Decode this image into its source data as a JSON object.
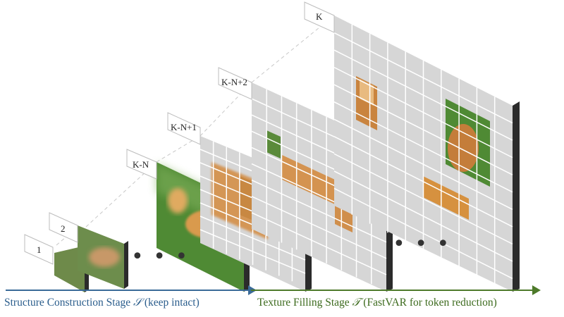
{
  "scale_labels": [
    "1",
    "2",
    "K-N",
    "K-N+1",
    "K-N+2",
    "K"
  ],
  "ellipsis": "• • •",
  "stages": {
    "structure": {
      "prefix": "Structure Construction Stage",
      "symbol": "𝒮",
      "suffix": "(keep intact)"
    },
    "texture": {
      "prefix": "Texture Filling Stage",
      "symbol": "𝒯",
      "suffix": "(FastVAR for token reduction)"
    }
  },
  "colors": {
    "structure_accent": "#2a5d8c",
    "texture_accent": "#3d6b1e",
    "grid_cell": "#d6d6d6",
    "grid_line": "#ffffff",
    "panel_side": "#2b2b2b",
    "image_grass": "#4f8a34",
    "image_dog": "#d99a4e"
  }
}
